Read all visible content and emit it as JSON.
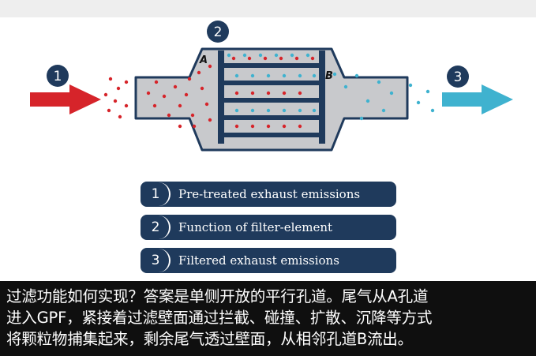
{
  "diagram": {
    "step_numbers": [
      "1",
      "2",
      "3"
    ],
    "label_a": "A",
    "label_b": "B",
    "colors": {
      "navy": "#1f3a5c",
      "body_gray": "#c8c9cc",
      "inlet_red": "#d6242a",
      "outlet_cyan": "#3fb2cf",
      "caption_bg": "#0f0f0f"
    }
  },
  "legend": [
    {
      "num": "1",
      "label": "Pre-treated exhaust emissions"
    },
    {
      "num": "2",
      "label": "Function of filter-element"
    },
    {
      "num": "3",
      "label": "Filtered exhaust emissions"
    }
  ],
  "caption": {
    "lines": [
      "过滤功能如何实现？答案是单侧开放的平行孔道。尾气从A孔道",
      "进入GPF，紧接着过滤壁面通过拦截、碰撞、扩散、沉降等方式",
      "将颗粒物捕集起来，剩余尾气透过壁面，从相邻孔道B流出。"
    ]
  }
}
